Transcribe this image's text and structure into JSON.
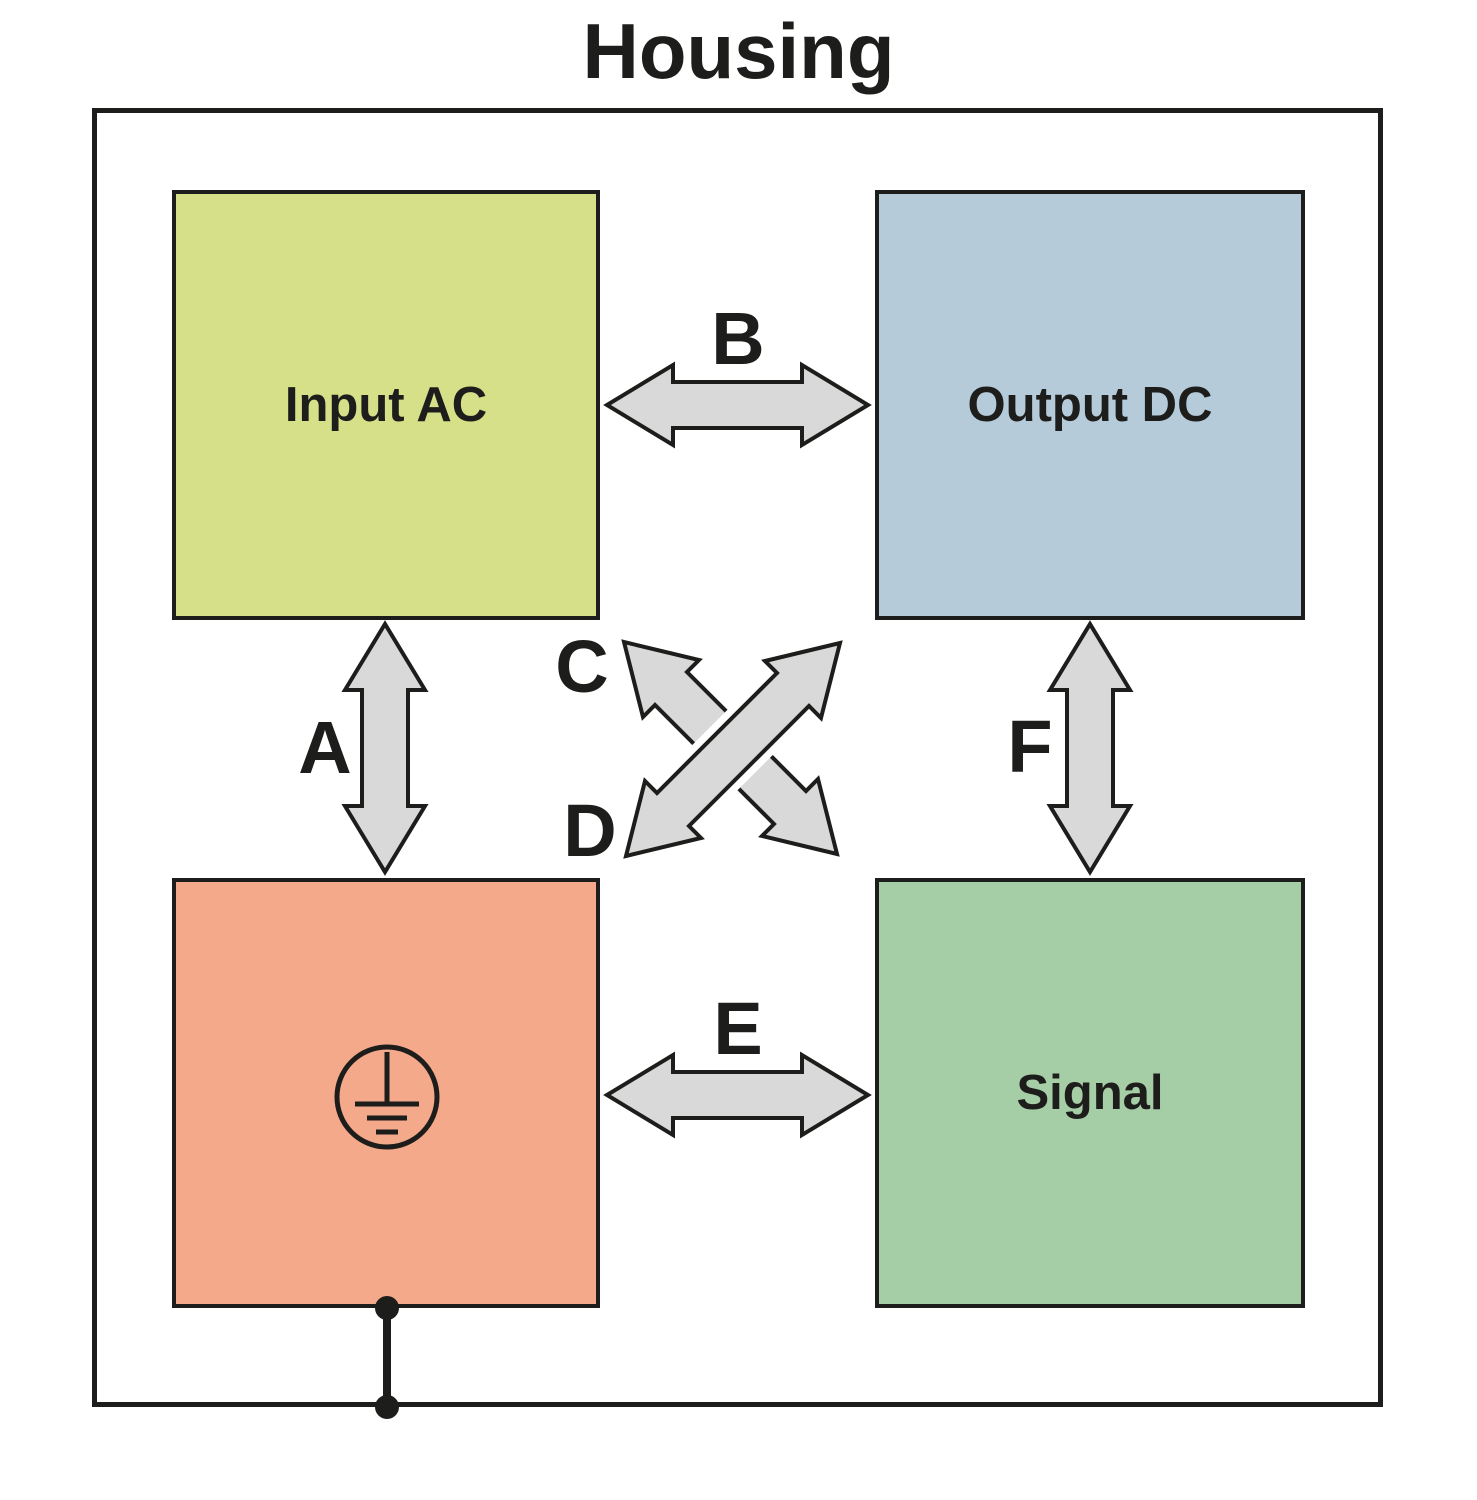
{
  "title": "Housing",
  "boxes": {
    "input_ac": {
      "label": "Input AC",
      "color": "#d6e089"
    },
    "output_dc": {
      "label": "Output DC",
      "color": "#b5cbd9"
    },
    "protective_earth": {
      "label": "",
      "color": "#f4a98b",
      "symbol": "protective-earth-ground-symbol"
    },
    "signal": {
      "label": "Signal",
      "color": "#a6cea6"
    }
  },
  "arrows": {
    "a": {
      "label": "A",
      "orientation": "vertical",
      "between": [
        "Input AC",
        "protective earth box"
      ]
    },
    "b": {
      "label": "B",
      "orientation": "horizontal",
      "between": [
        "Input AC",
        "Output DC"
      ]
    },
    "c": {
      "label": "C",
      "orientation": "diagonal",
      "between": [
        "Input AC",
        "Signal"
      ]
    },
    "d": {
      "label": "D",
      "orientation": "diagonal",
      "between": [
        "Output DC",
        "protective earth box"
      ]
    },
    "e": {
      "label": "E",
      "orientation": "horizontal",
      "between": [
        "protective earth box",
        "Signal"
      ]
    },
    "f": {
      "label": "F",
      "orientation": "vertical",
      "between": [
        "Output DC",
        "Signal"
      ]
    }
  },
  "colors": {
    "arrow_fill": "#d9d9d9",
    "outline": "#1d1d1b",
    "background": "#ffffff"
  }
}
